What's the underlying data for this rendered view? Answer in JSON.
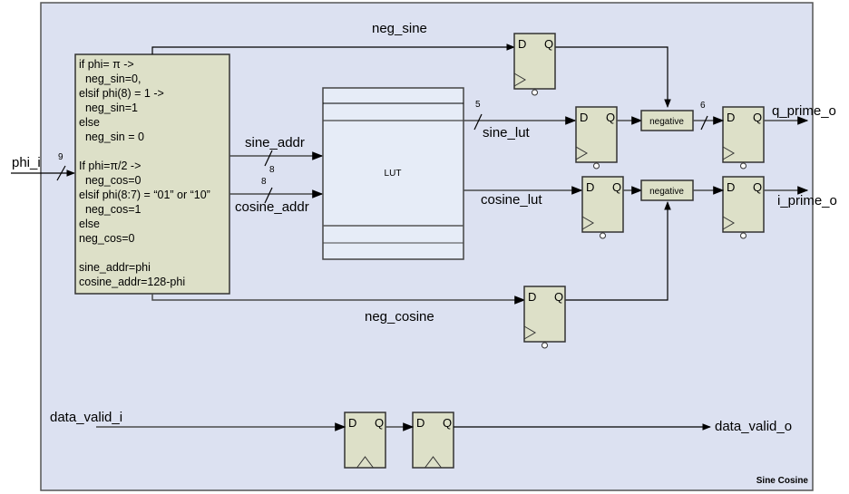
{
  "diagram": {
    "container_label": "Sine Cosine",
    "colors": {
      "container_fill": "#dce1f1",
      "block_fill": "#dde0c8",
      "lut_fill": "#e6ecf7",
      "wire": "#000000"
    },
    "inputs": {
      "phi": {
        "name": "phi_i",
        "width": "9"
      },
      "data_valid": {
        "name": "data_valid_i"
      }
    },
    "outputs": {
      "q_prime": {
        "name": "q_prime_o"
      },
      "i_prime": {
        "name": "i_prime_o"
      },
      "data_valid": {
        "name": "data_valid_o"
      }
    },
    "logic_block": {
      "lines": [
        "if phi= π ->",
        "  neg_sin=0,",
        "elsif phi(8) = 1 ->",
        "  neg_sin=1",
        "else",
        "  neg_sin = 0",
        "",
        "If phi=π/2 ->",
        "  neg_cos=0",
        "elsif phi(8:7) = “01” or “10”",
        "  neg_cos=1",
        "else",
        "neg_cos=0",
        "",
        "sine_addr=phi",
        "cosine_addr=128-phi"
      ]
    },
    "lut": {
      "label": "LUT"
    },
    "signals": {
      "neg_sine": "neg_sine",
      "neg_cosine": "neg_cosine",
      "sine_addr": {
        "name": "sine_addr",
        "width": "8"
      },
      "cosine_addr": {
        "name": "cosine_addr",
        "width": "8"
      },
      "sine_lut": {
        "name": "sine_lut",
        "width": "5"
      },
      "cosine_lut": {
        "name": "cosine_lut"
      },
      "q_width": "6"
    },
    "flipflop": {
      "d": "D",
      "q": "Q"
    },
    "negative_block": {
      "label": "negative"
    }
  }
}
